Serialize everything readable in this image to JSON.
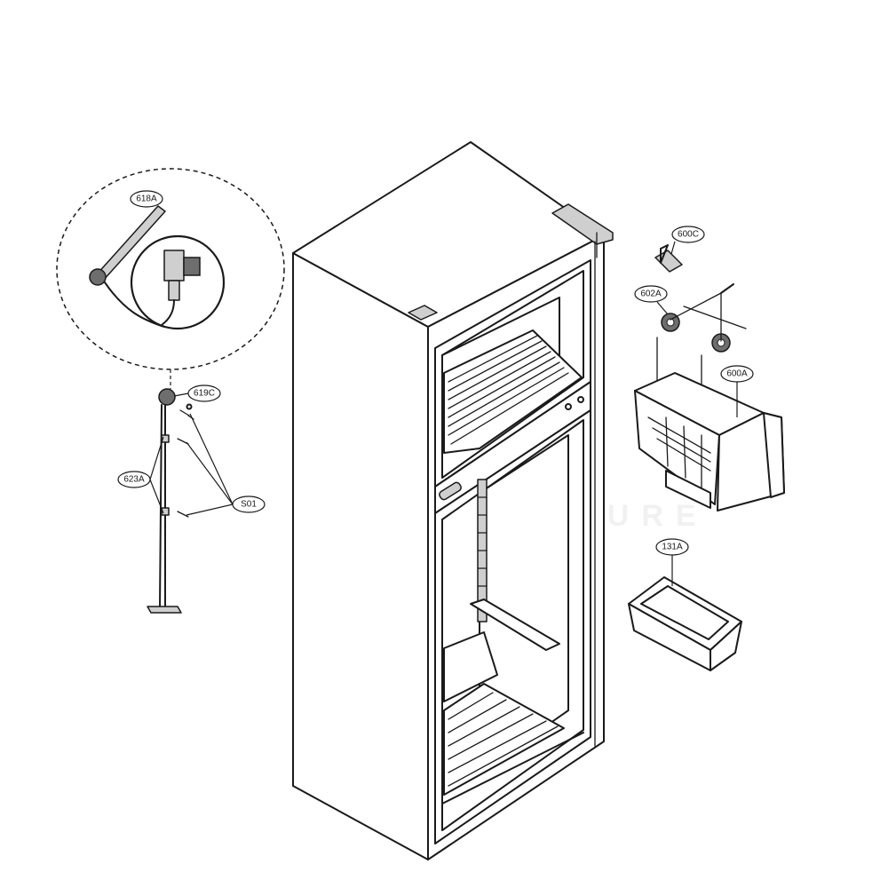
{
  "diagram": {
    "watermark": "LEARNVENTURE",
    "callouts": [
      {
        "id": "c618a",
        "label": "618A"
      },
      {
        "id": "c619c",
        "label": "619C"
      },
      {
        "id": "c623a",
        "label": "623A"
      },
      {
        "id": "cs01",
        "label": "S01"
      },
      {
        "id": "c600c",
        "label": "600C"
      },
      {
        "id": "c602a",
        "label": "602A"
      },
      {
        "id": "c600a",
        "label": "600A"
      },
      {
        "id": "c131a",
        "label": "131A"
      }
    ]
  }
}
